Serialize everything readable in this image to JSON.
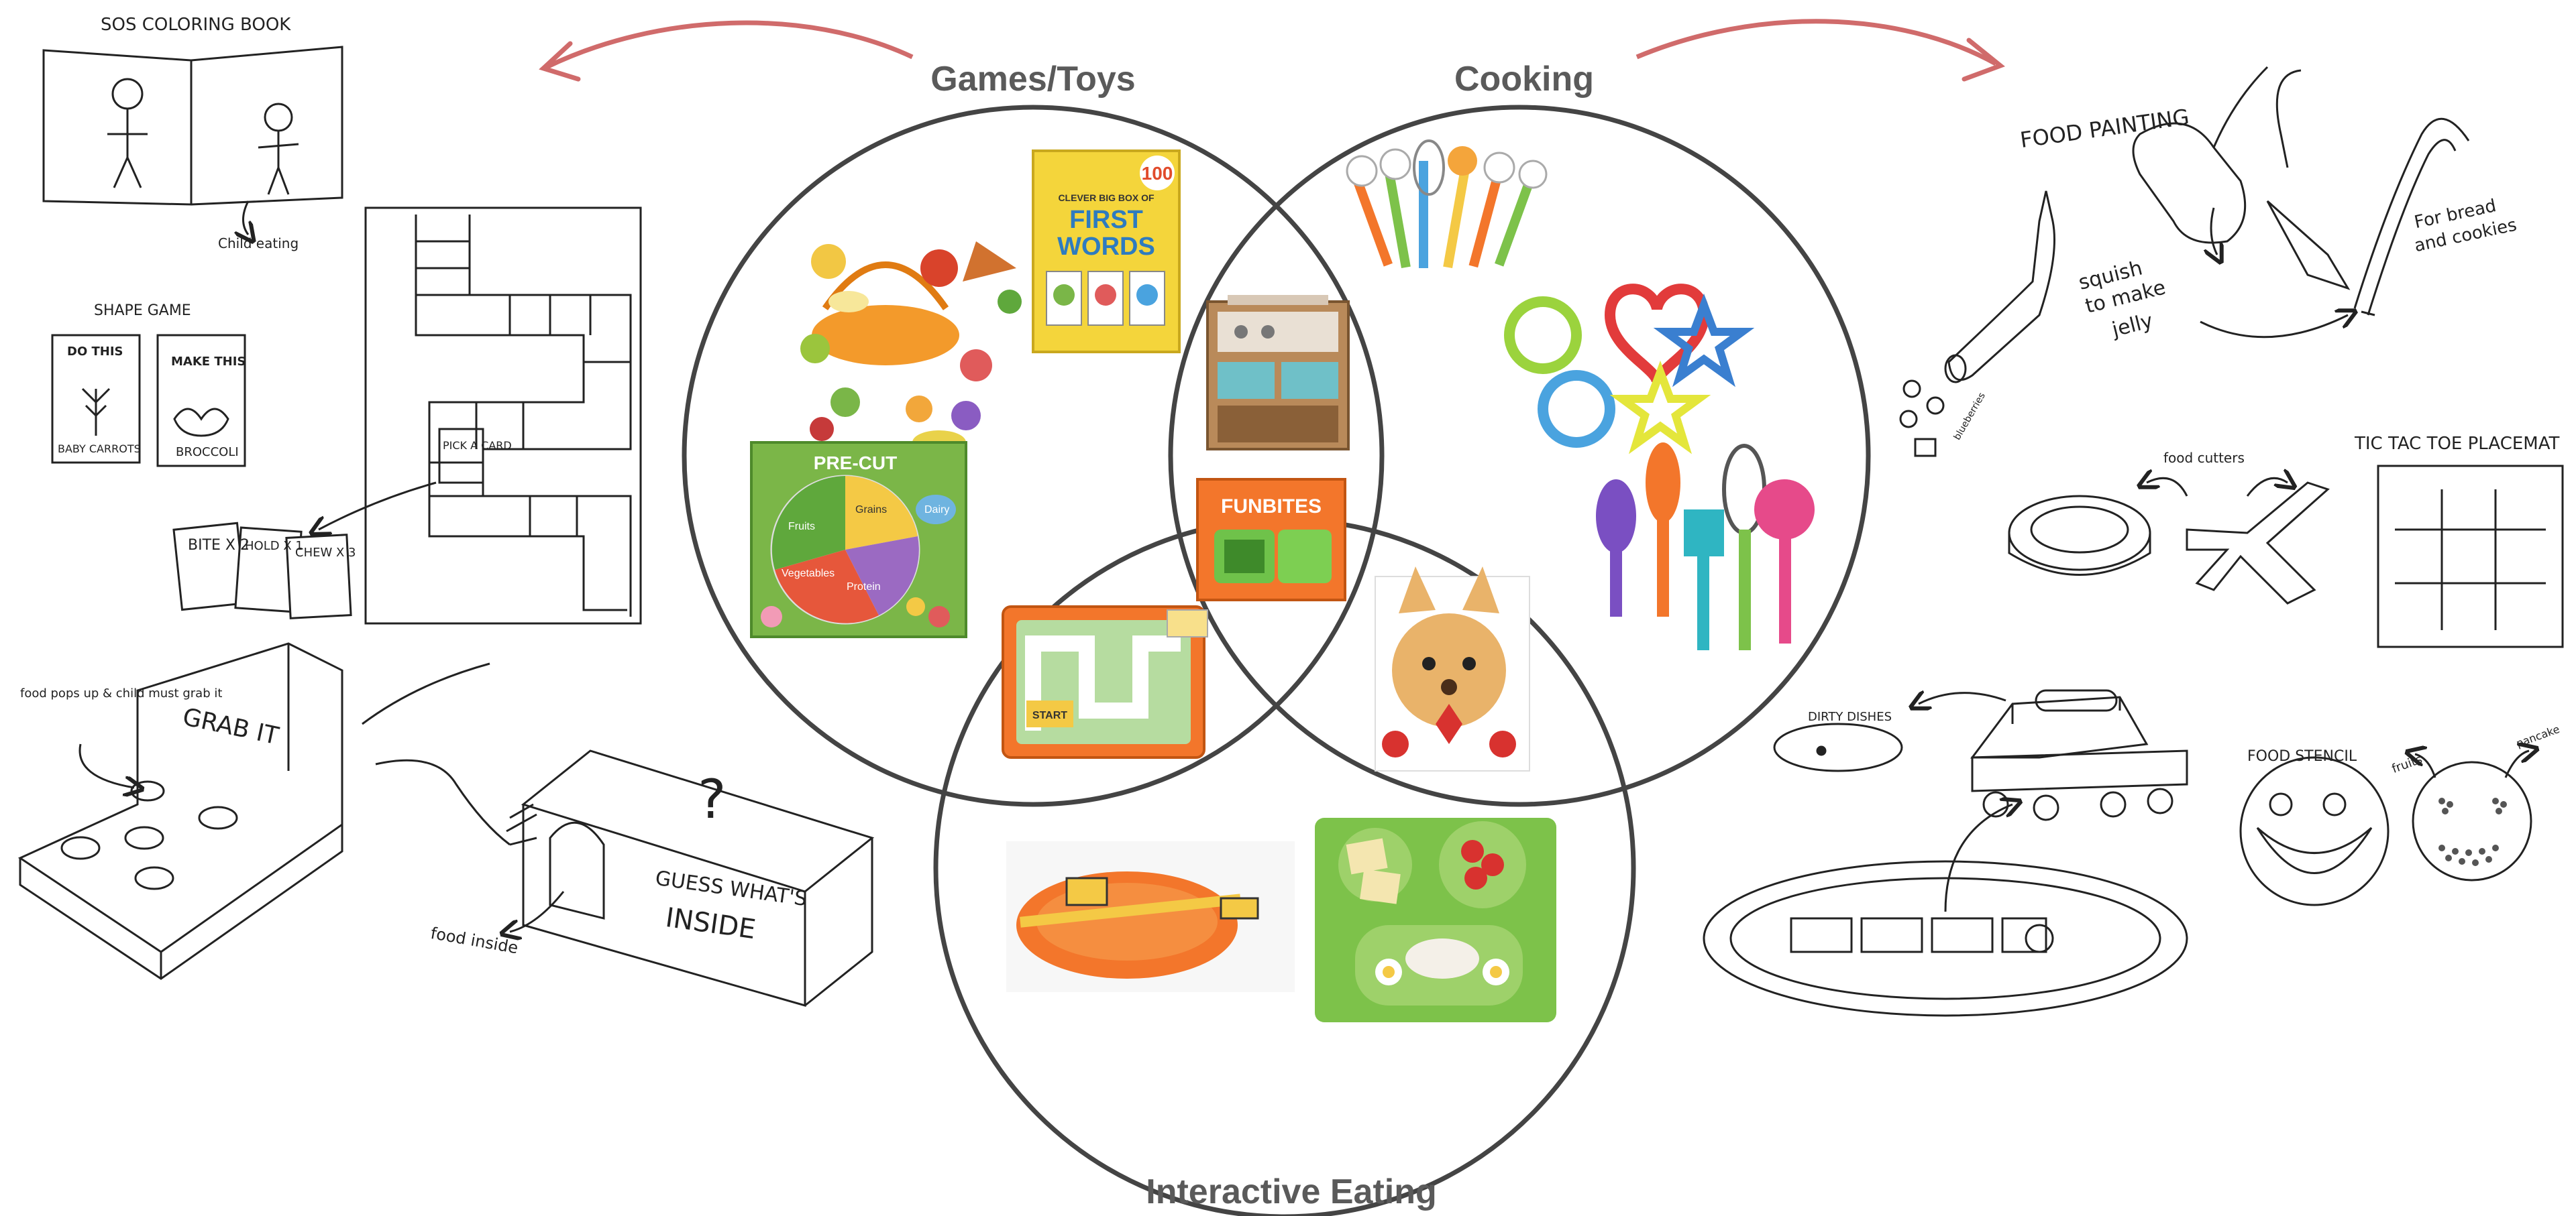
{
  "venn": {
    "circle_games": "Games/Toys",
    "circle_cooking": "Cooking",
    "circle_eating": "Interactive Eating"
  },
  "left_sketches": {
    "coloring_book_title": "SOS COLORING BOOK",
    "coloring_book_note": "Child eating",
    "shape_game_title": "SHAPE GAME",
    "card1_title": "DO THIS",
    "card1_food": "BABY CARROTS",
    "card2_title": "MAKE THIS",
    "card2_food": "BROCCOLI",
    "pick_card": "PICK A CARD",
    "card_bite": "BITE X 2",
    "card_hold": "HOLD X 1",
    "card_chew": "CHEW X 3",
    "grab_it": "GRAB IT",
    "grab_note": "food pops up & child must grab it",
    "guess_box": "GUESS WHAT'S INSIDE",
    "question": "?",
    "food_inside": "food inside"
  },
  "right_sketches": {
    "food_painting": "FOOD PAINTING",
    "squish": "squish to make jelly",
    "for_bread": "For bread and cookies",
    "blueberries": "blueberries",
    "food_cutters": "food cutters",
    "tic_tac_toe": "TIC TAC TOE PLACEMAT",
    "dirty_dishes": "DIRTY DISHES",
    "food_stencil": "FOOD STENCIL",
    "fruits": "fruits",
    "pancake": "pancake"
  },
  "products": {
    "first_words_count": "100",
    "first_words_small": "CLEVER BIG BOX OF",
    "first_words_title": "FIRST WORDS",
    "precut": "PRE-CUT",
    "plate_fruits": "Fruits",
    "plate_grains": "Grains",
    "plate_dairy": "Dairy",
    "plate_vegetables": "Vegetables",
    "plate_protein": "Protein",
    "funbites": "FUNBITES",
    "tray_start": "START"
  }
}
